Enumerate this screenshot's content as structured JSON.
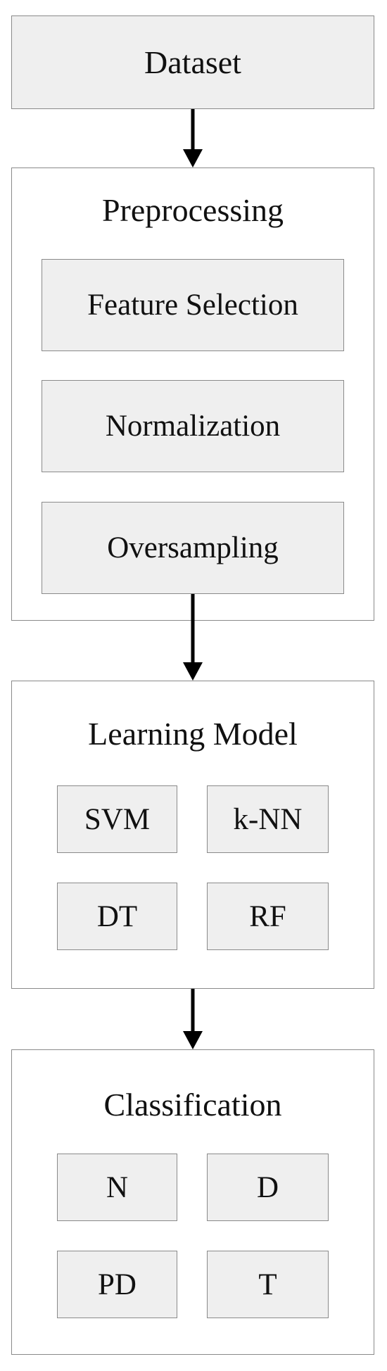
{
  "dataset": {
    "label": "Dataset"
  },
  "preprocessing": {
    "title": "Preprocessing",
    "steps": [
      "Feature Selection",
      "Normalization",
      "Oversampling"
    ]
  },
  "learning_model": {
    "title": "Learning Model",
    "models": [
      "SVM",
      "k-NN",
      "DT",
      "RF"
    ]
  },
  "classification": {
    "title": "Classification",
    "classes": [
      "N",
      "D",
      "PD",
      "T"
    ]
  },
  "colors": {
    "box_fill": "#efefef",
    "box_border": "#8a8a8a",
    "arrow": "#000000",
    "text": "#111111"
  }
}
